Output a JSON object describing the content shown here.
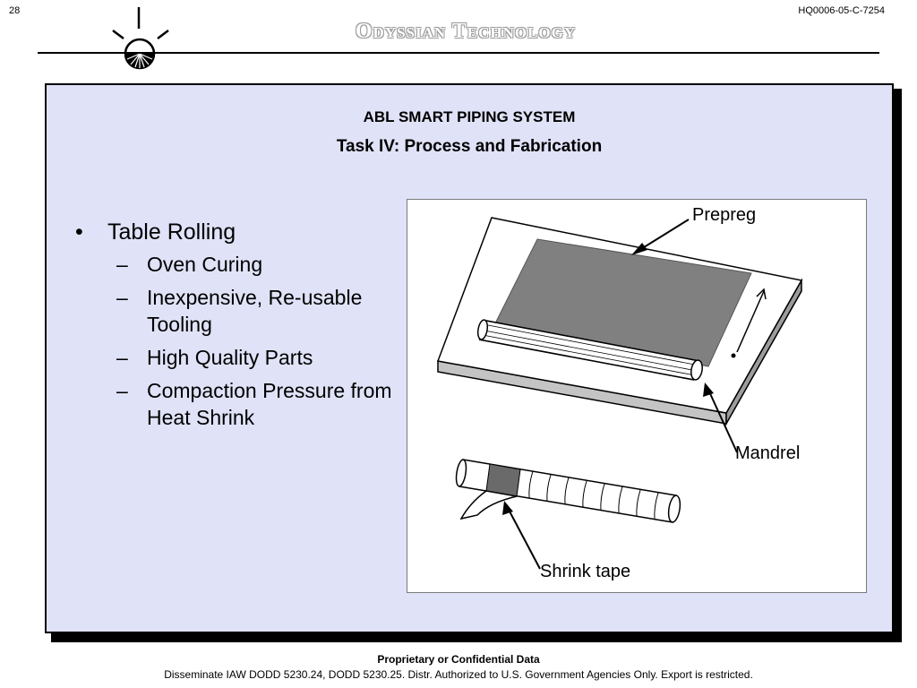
{
  "header": {
    "page_number": "28",
    "doc_id": "HQ0006-05-C-7254",
    "company": "Odyssian Technology"
  },
  "slide": {
    "title": "ABL SMART PIPING SYSTEM",
    "subtitle": "Task IV: Process and Fabrication",
    "bullet_mark": "•",
    "sub_mark": "–",
    "bullet": "Table Rolling",
    "subs": [
      "Oven Curing",
      "Inexpensive, Re-usable Tooling",
      "High Quality Parts",
      "Compaction Pressure from Heat Shrink"
    ]
  },
  "figure": {
    "labels": {
      "prepreg": "Prepreg",
      "mandrel": "Mandrel",
      "shrink_tape": "Shrink tape"
    },
    "colors": {
      "prepreg_fill": "#808080",
      "panel_bg": "#e0e2f7"
    }
  },
  "footer": {
    "line1": "Proprietary or Confidential Data",
    "line2": "Disseminate IAW DODD 5230.24, DODD 5230.25.  Distr. Authorized to U.S. Government Agencies Only. Export is restricted."
  }
}
